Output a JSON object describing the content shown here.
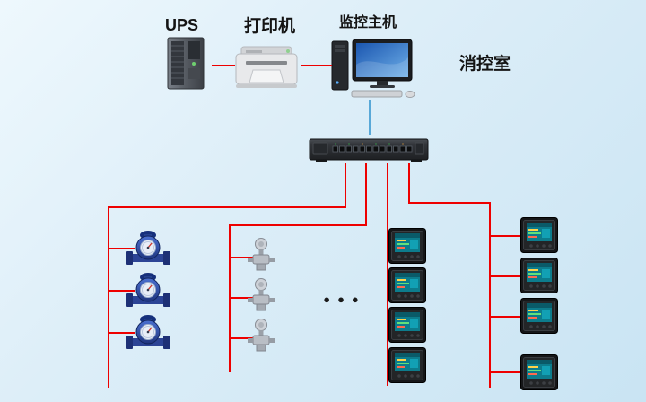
{
  "labels": {
    "ups": "UPS",
    "printer": "打印机",
    "monitor_host": "监控主机",
    "control_room": "消控室"
  },
  "ellipsis": "●●●",
  "colors": {
    "connection_red": "#ee0000",
    "connection_blue": "#58a8d8",
    "background_top": "#eef8fd",
    "background_bottom": "#c9e4f3"
  },
  "devices": {
    "ups": "ups-tower",
    "printer": "laser-printer",
    "monitor_host": "desktop-computer-with-monitor",
    "switch": "rack-network-switch",
    "water_meter_count": 3,
    "valve_count": 3,
    "power_meter_column_a_count": 4,
    "power_meter_column_b_count": 4
  }
}
